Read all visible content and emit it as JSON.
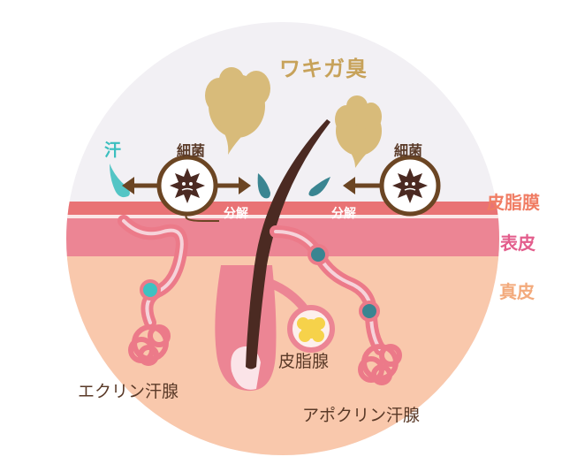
{
  "diagram": {
    "title": "ワキガ臭",
    "sweat_label": "汗",
    "bacteria_left": "細菌",
    "bacteria_right": "細菌",
    "decompose_left": "分解",
    "decompose_right": "分解",
    "layers": {
      "sebum_membrane": "皮脂膜",
      "epidermis": "表皮",
      "dermis": "真皮"
    },
    "glands": {
      "eccrine": "エクリン汗腺",
      "sebaceous": "皮脂腺",
      "apocrine": "アポクリン汗腺"
    },
    "colors": {
      "circle_bg": "#f2f0f4",
      "sebum_layer": "#e97375",
      "epidermis_layer": "#ec8594",
      "dermis_layer": "#f9c8ac",
      "odor_cloud": "#d8bb7a",
      "title_text": "#c7a25a",
      "hair": "#4b2a22",
      "teal": "#3a8591",
      "sweat_drop": "#54c5c5",
      "bacteria_ring": "#6b4523",
      "brown_text": "#5a3a28",
      "sebum_label": "#f07c63",
      "epidermis_label": "#e35d8c",
      "dermis_label": "#f3aa7c"
    }
  }
}
